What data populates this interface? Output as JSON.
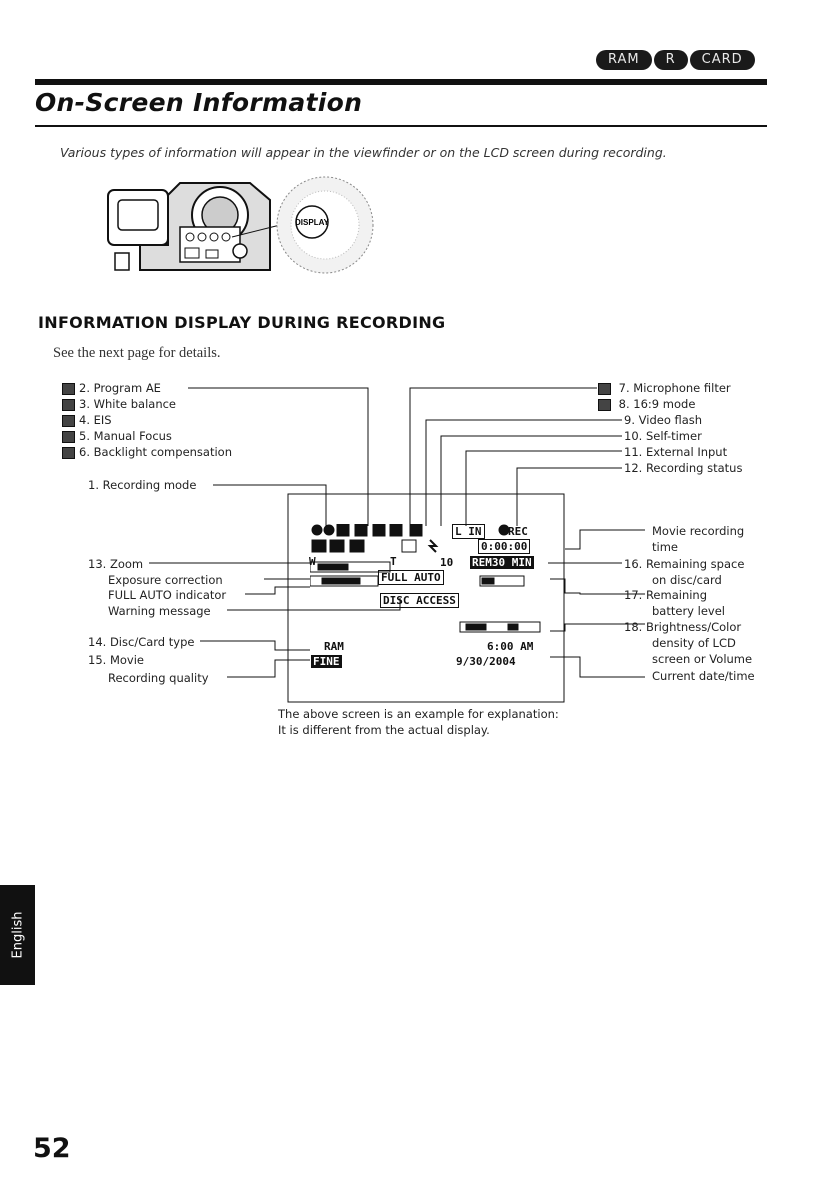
{
  "header": {
    "pills": [
      "RAM",
      "R",
      "CARD"
    ],
    "title": "On-Screen Information",
    "intro": "Various types of information will appear in the viewfinder or on the LCD screen during recording."
  },
  "figure": {
    "button_label": "DISPLAY"
  },
  "section": {
    "heading": "INFORMATION DISPLAY DURING RECORDING",
    "see_next": "See the next page for details."
  },
  "labels_left_top": [
    {
      "num": "2.",
      "text": "Program AE"
    },
    {
      "num": "3.",
      "text": "White balance"
    },
    {
      "num": "4.",
      "text": "EIS"
    },
    {
      "num": "5.",
      "text": "Manual Focus"
    },
    {
      "num": "6.",
      "text": "Backlight compensation"
    }
  ],
  "label_recording_mode": {
    "num": "1.",
    "text": "Recording mode"
  },
  "labels_right_top": [
    {
      "num": "7.",
      "text": "Microphone filter"
    },
    {
      "num": "8.",
      "text": "16:9 mode"
    },
    {
      "num": "9.",
      "text": "Video flash"
    },
    {
      "num": "10.",
      "text": "Self-timer"
    },
    {
      "num": "11.",
      "text": "External Input"
    },
    {
      "num": "12.",
      "text": "Recording status"
    }
  ],
  "labels_left_mid": {
    "zoom_num": "13.",
    "zoom": "Zoom",
    "exposure": "Exposure correction",
    "full_auto": "FULL AUTO indicator",
    "warning": "Warning message",
    "disc_num": "14.",
    "disc": "Disc/Card type",
    "movie_num": "15.",
    "movie": "Movie",
    "quality": "Recording quality"
  },
  "labels_right_mid": {
    "movie_time_1": "Movie recording",
    "movie_time_2": "time",
    "remaining_num": "16.",
    "remaining_1": "Remaining space",
    "remaining_2": "on disc/card",
    "battery_num": "17.",
    "battery_1": "Remaining",
    "battery_2": "battery level",
    "bright_num": "18.",
    "bright_1": "Brightness/Color",
    "bright_2": "density of LCD",
    "bright_3": "screen or Volume",
    "date": "Current date/time"
  },
  "osd": {
    "lin": "L IN",
    "rec": "REC",
    "time": "0:00:00",
    "self_timer": "10",
    "remaining": "REM30 MIN",
    "full_auto": "FULL AUTO",
    "disc_access": "DISC ACCESS",
    "ram": "RAM",
    "fine": "FINE",
    "clock": "6:00 AM",
    "date": "9/30/2004",
    "zoom_w": "W",
    "zoom_t": "T"
  },
  "note": {
    "line1": "The above screen is an example for explanation:",
    "line2": "It is different from the actual display."
  },
  "footer": {
    "language": "English",
    "page": "52"
  }
}
